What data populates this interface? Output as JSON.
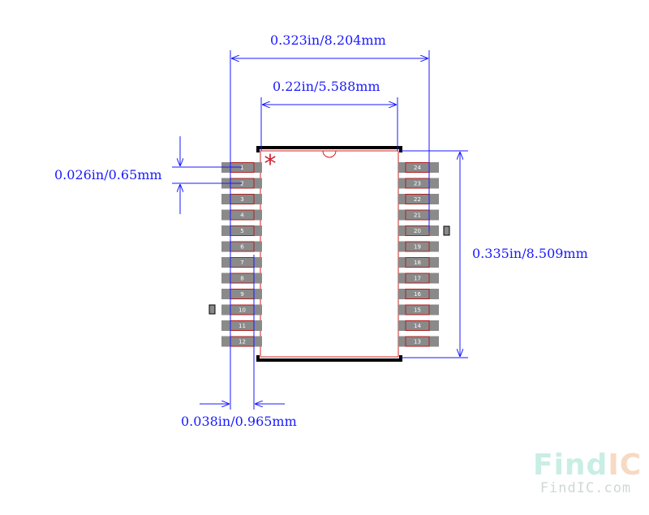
{
  "dimensions": {
    "overall_width": "0.323in/8.204mm",
    "body_width": "0.22in/5.588mm",
    "pitch": "0.026in/0.65mm",
    "body_length": "0.335in/8.509mm",
    "pad_length": "0.038in/0.965mm"
  },
  "pins": {
    "left": [
      "1",
      "2",
      "3",
      "4",
      "5",
      "6",
      "7",
      "8",
      "9",
      "10",
      "11",
      "12"
    ],
    "right": [
      "24",
      "23",
      "22",
      "21",
      "20",
      "19",
      "18",
      "17",
      "16",
      "15",
      "14",
      "13"
    ]
  },
  "pin1_marker": "*",
  "logo": {
    "part1": "Find",
    "part2": "IC",
    "url": "FindIC.com"
  },
  "colors": {
    "dimension": "#1a1aff",
    "pad": "#8a8a8a",
    "pad_outline": "#b02020",
    "body_outline": "#000000",
    "marker": "#cc2233"
  }
}
